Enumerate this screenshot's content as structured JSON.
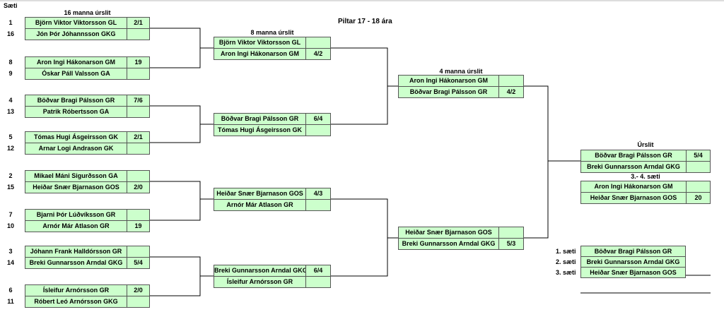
{
  "sheet": {
    "seat_header": "Sæti",
    "title": "Piltar 17 - 18 ára"
  },
  "colors": {
    "cell_fill": "#ccffcc",
    "border": "#555555",
    "line": "#000000"
  },
  "round16": {
    "label": "16 manna úrslit",
    "matches": [
      {
        "players": [
          {
            "seed": "1",
            "name": "Björn Viktor Viktorsson GL",
            "score": "2/1"
          },
          {
            "seed": "16",
            "name": "Jón Þór Jóhannsson GKG",
            "score": ""
          }
        ]
      },
      {
        "players": [
          {
            "seed": "8",
            "name": "Aron Ingi Hákonarson GM",
            "score": "19"
          },
          {
            "seed": "9",
            "name": "Óskar Páll Valsson GA",
            "score": ""
          }
        ]
      },
      {
        "players": [
          {
            "seed": "4",
            "name": "Böðvar Bragi Pálsson GR",
            "score": "7/6"
          },
          {
            "seed": "13",
            "name": "Patrik Róbertsson GA",
            "score": ""
          }
        ]
      },
      {
        "players": [
          {
            "seed": "5",
            "name": "Tómas Hugi Ásgeirsson GK",
            "score": "2/1"
          },
          {
            "seed": "12",
            "name": "Arnar Logi Andrason GK",
            "score": ""
          }
        ]
      },
      {
        "players": [
          {
            "seed": "2",
            "name": "Mikael Máni Sigurðsson GA",
            "score": ""
          },
          {
            "seed": "15",
            "name": "Heiðar Snær Bjarnason GOS",
            "score": "2/0"
          }
        ]
      },
      {
        "players": [
          {
            "seed": "7",
            "name": "Bjarni Þór Lúðvíksson GR",
            "score": ""
          },
          {
            "seed": "10",
            "name": "Arnór Már Atlason GR",
            "score": "19"
          }
        ]
      },
      {
        "players": [
          {
            "seed": "3",
            "name": "Jóhann Frank Halldórsson GR",
            "score": ""
          },
          {
            "seed": "14",
            "name": "Breki Gunnarsson Arndal GKG",
            "score": "5/4"
          }
        ]
      },
      {
        "players": [
          {
            "seed": "6",
            "name": "Ísleifur Arnórsson GR",
            "score": "2/0"
          },
          {
            "seed": "11",
            "name": "Róbert Leó Arnórsson GKG",
            "score": ""
          }
        ]
      }
    ]
  },
  "round8": {
    "label": "8 manna úrslit",
    "matches": [
      {
        "players": [
          {
            "name": "Björn Viktor Viktorsson GL",
            "score": ""
          },
          {
            "name": "Aron Ingi Hákonarson GM",
            "score": "4/2"
          }
        ]
      },
      {
        "players": [
          {
            "name": "Böðvar Bragi Pálsson GR",
            "score": "6/4"
          },
          {
            "name": "Tómas Hugi Ásgeirsson GK",
            "score": ""
          }
        ]
      },
      {
        "players": [
          {
            "name": "Heiðar Snær Bjarnason GOS",
            "score": "4/3"
          },
          {
            "name": "Arnór Már Atlason GR",
            "score": ""
          }
        ]
      },
      {
        "players": [
          {
            "name": "Breki Gunnarsson Arndal GKG",
            "score": "6/4"
          },
          {
            "name": "Ísleifur Arnórsson GR",
            "score": ""
          }
        ]
      }
    ]
  },
  "round4": {
    "label": "4 manna úrslit",
    "matches": [
      {
        "players": [
          {
            "name": "Aron Ingi Hákonarson GM",
            "score": ""
          },
          {
            "name": "Böðvar Bragi Pálsson GR",
            "score": "4/2"
          }
        ]
      },
      {
        "players": [
          {
            "name": "Heiðar Snær Bjarnason GOS",
            "score": ""
          },
          {
            "name": "Breki Gunnarsson Arndal GKG",
            "score": "5/3"
          }
        ]
      }
    ]
  },
  "final": {
    "label": "Úrslit",
    "players": [
      {
        "name": "Böðvar Bragi Pálsson GR",
        "score": "5/4"
      },
      {
        "name": "Breki Gunnarsson Arndal GKG",
        "score": ""
      }
    ]
  },
  "third_place": {
    "label": "3.- 4. sæti",
    "players": [
      {
        "name": "Aron Ingi Hákonarson GM",
        "score": ""
      },
      {
        "name": "Heiðar Snær Bjarnason GOS",
        "score": "20"
      }
    ]
  },
  "podium": [
    {
      "place": "1. sæti",
      "name": "Böðvar Bragi Pálsson GR"
    },
    {
      "place": "2. sæti",
      "name": "Breki Gunnarsson Arndal GKG"
    },
    {
      "place": "3. sæti",
      "name": "Heiðar Snær Bjarnason GOS"
    }
  ]
}
